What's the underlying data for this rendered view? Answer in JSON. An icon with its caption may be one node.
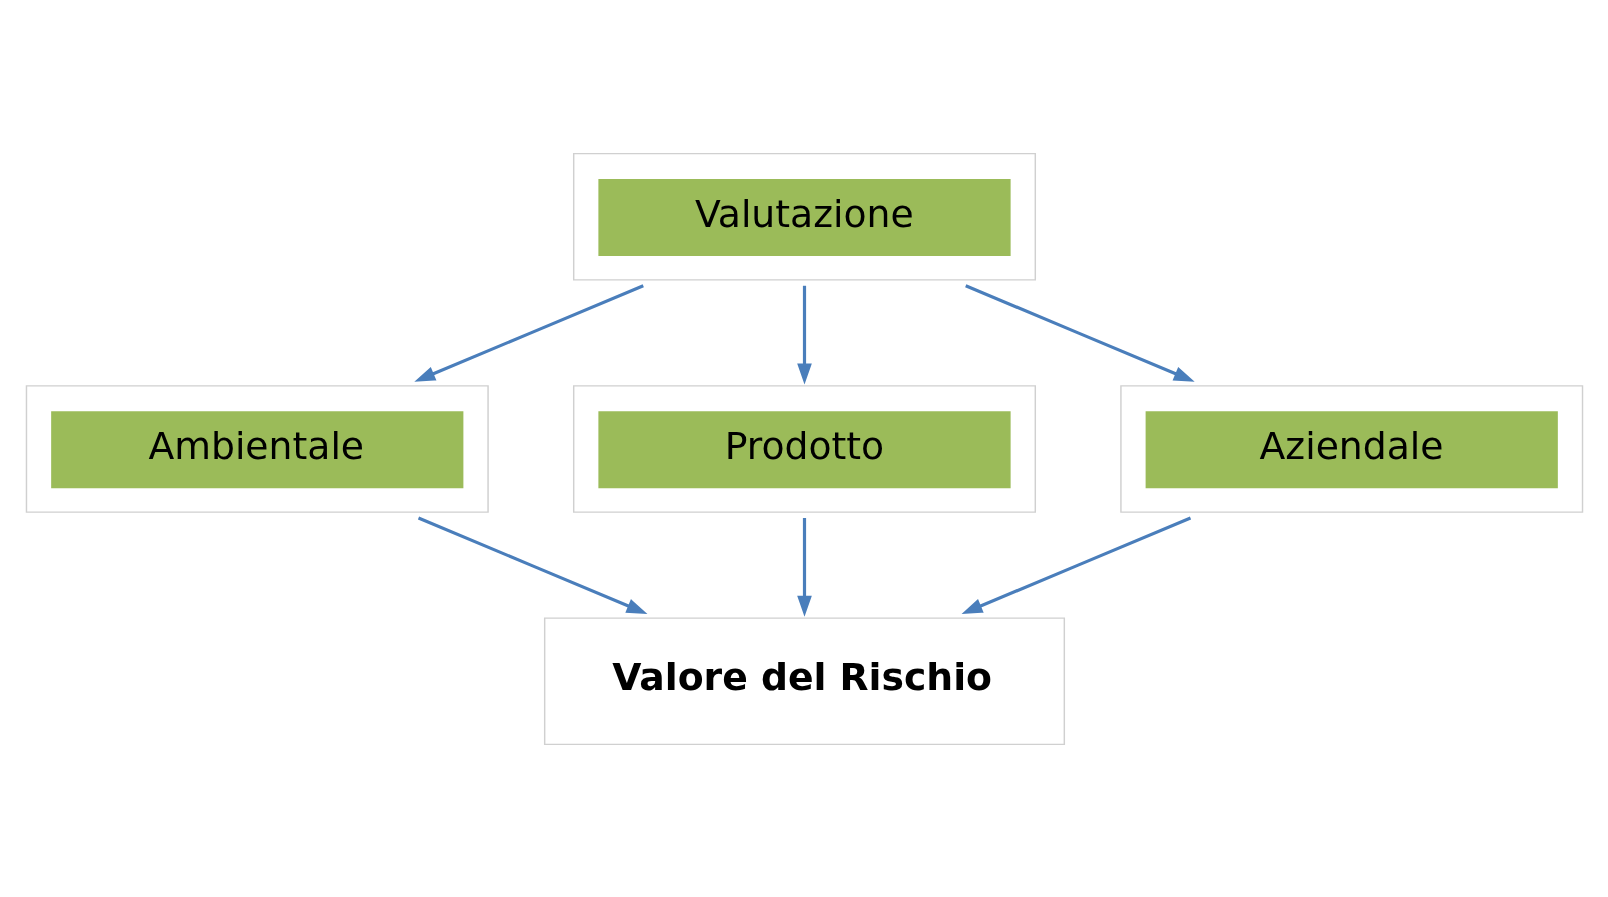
{
  "diagram": {
    "nodes": [
      {
        "text": [
          "Valutazione"
        ]
      },
      {
        "text": [
          "Ambientale"
        ]
      },
      {
        "text": [
          "Prodotto"
        ]
      },
      {
        "text": [
          "Aziendale"
        ]
      },
      {
        "text": [
          "Valore del Rischio"
        ]
      }
    ],
    "edges": [
      {
        "from": 0,
        "to": 1,
        "arrow": "to"
      },
      {
        "from": 0,
        "to": 2,
        "arrow": "to"
      },
      {
        "from": 0,
        "to": 3,
        "arrow": "to"
      },
      {
        "from": 1,
        "to": 4,
        "arrow": "to"
      },
      {
        "from": 2,
        "to": 4,
        "arrow": "to"
      },
      {
        "from": 3,
        "to": 4,
        "arrow": "to"
      }
    ]
  }
}
